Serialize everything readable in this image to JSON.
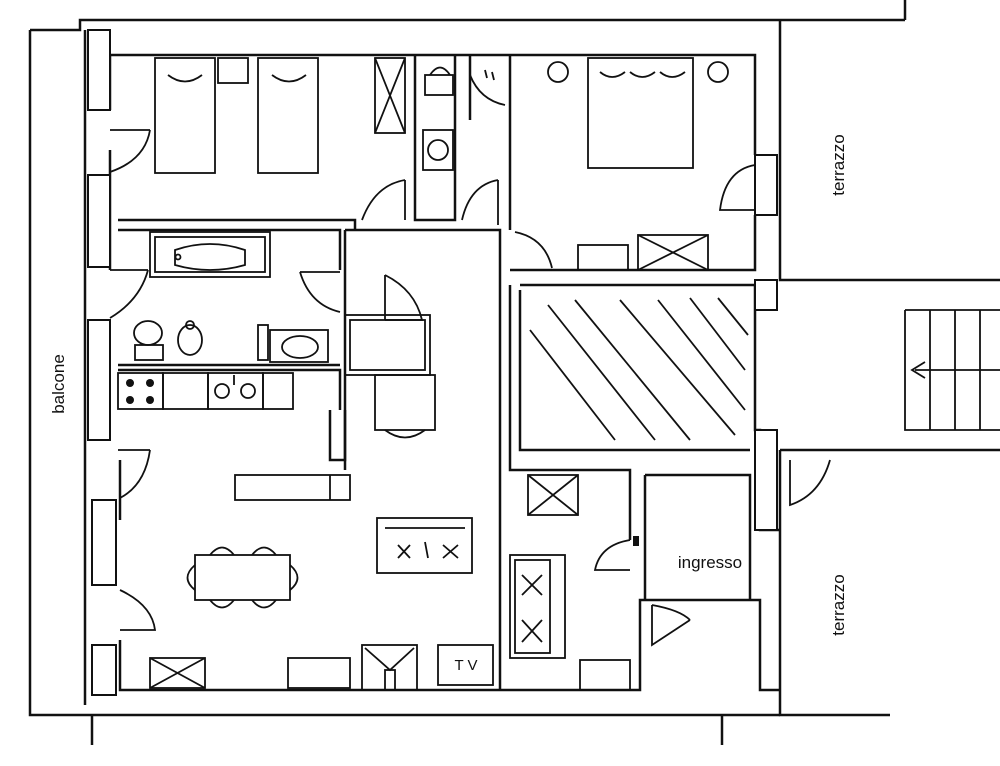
{
  "plan": {
    "labels": {
      "balcone": "balcone",
      "terrazzo_top": "terrazzo",
      "terrazzo_bottom": "terrazzo",
      "ingresso": "ingresso",
      "tv": "T V"
    }
  }
}
